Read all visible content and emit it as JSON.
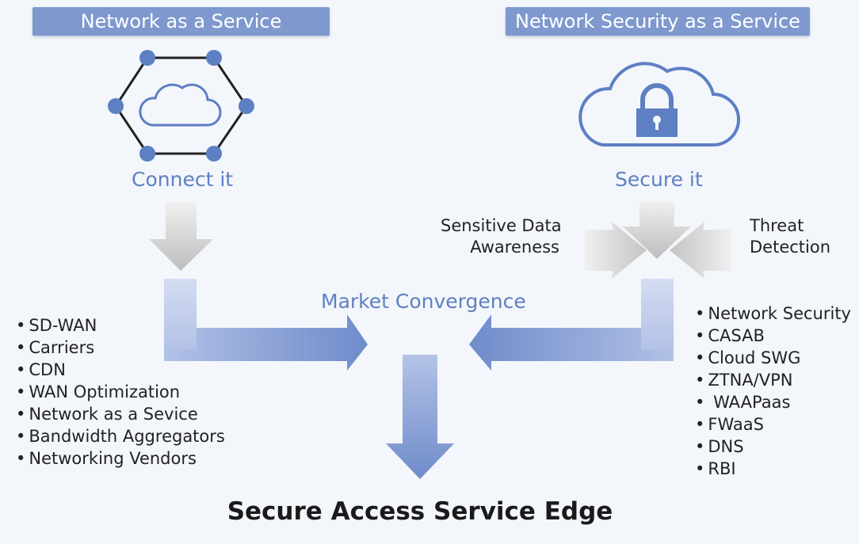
{
  "left": {
    "banner": "Network as a Service",
    "caption": "Connect it",
    "items": [
      "SD-WAN",
      "Carriers",
      "CDN",
      "WAN Optimization",
      "Network as a Sevice",
      "Bandwidth Aggregators",
      "Networking Vendors"
    ]
  },
  "right": {
    "banner": "Network Security as a Service",
    "caption": "Secure it",
    "side_left": [
      "Sensitive Data",
      "Awareness"
    ],
    "side_right": [
      "Threat",
      "Detection"
    ],
    "items": [
      "Network Security",
      "CASAB",
      "Cloud SWG",
      "ZTNA/VPN",
      " WAAPaas",
      "FWaaS",
      "DNS",
      "RBI"
    ]
  },
  "center": {
    "label": "Market Convergence"
  },
  "footer": {
    "title": "Secure Access Service Edge"
  },
  "colors": {
    "banner": "#7f99cf",
    "accent": "#5f80c1",
    "arrow_light": "#c9d4ee",
    "arrow_dark": "#6c89c9"
  }
}
